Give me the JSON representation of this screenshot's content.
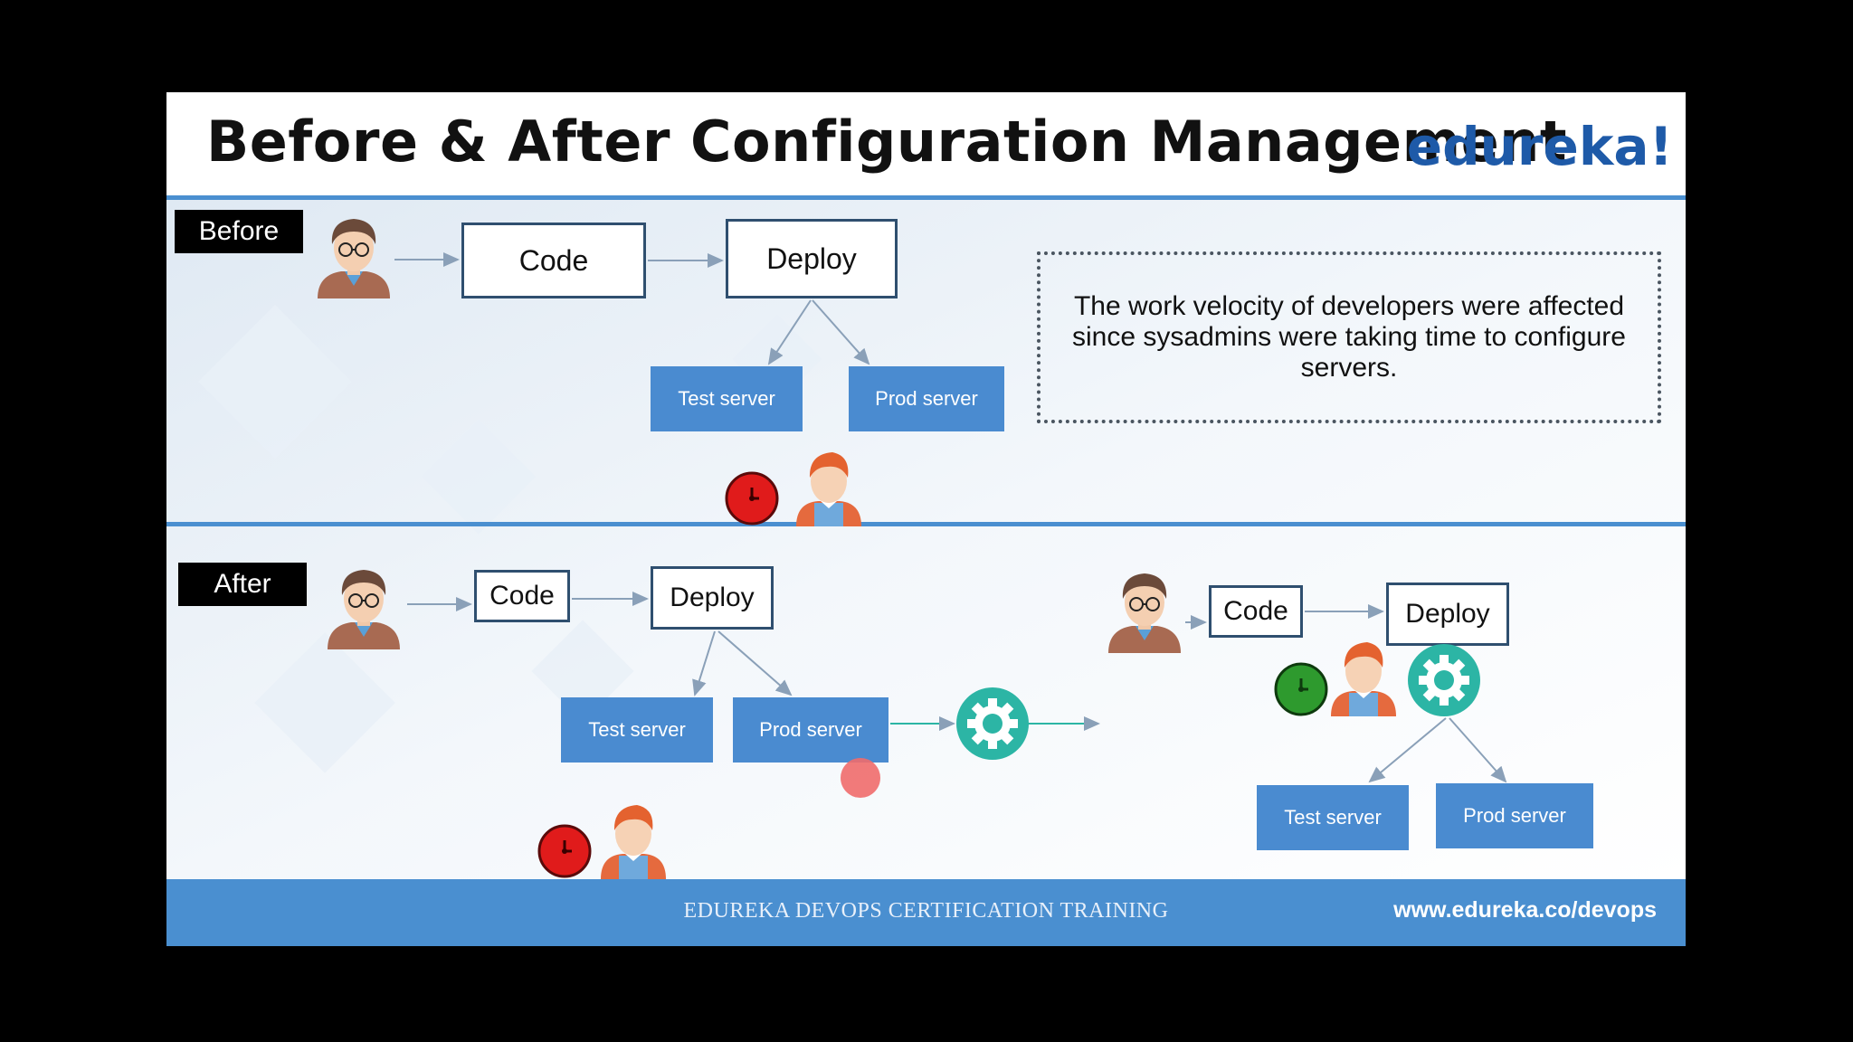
{
  "title": "Before & After Configuration Management",
  "logo": "edureka!",
  "before": {
    "tag": "Before",
    "code": "Code",
    "deploy": "Deploy",
    "test_server": "Test server",
    "prod_server": "Prod server",
    "note": "The work velocity of developers were affected since sysadmins were taking time to configure servers."
  },
  "after": {
    "tag": "After",
    "code": "Code",
    "deploy": "Deploy",
    "test_server": "Test server",
    "prod_server": "Prod server",
    "code_2": "Code",
    "deploy_2": "Deploy",
    "test_server_2": "Test server",
    "prod_server_2": "Prod server"
  },
  "footer": {
    "center": "EDUREKA DEVOPS CERTIFICATION TRAINING",
    "url": "www.edureka.co/devops"
  },
  "colors": {
    "accent": "#4a8fd0",
    "server": "#4a8bd0",
    "gear": "#2cb5a5",
    "clock_red": "#e01b1b",
    "clock_green": "#2e9a2e"
  },
  "icons": [
    "developer-icon",
    "sysadmin-icon",
    "clock-icon",
    "gear-icon"
  ]
}
